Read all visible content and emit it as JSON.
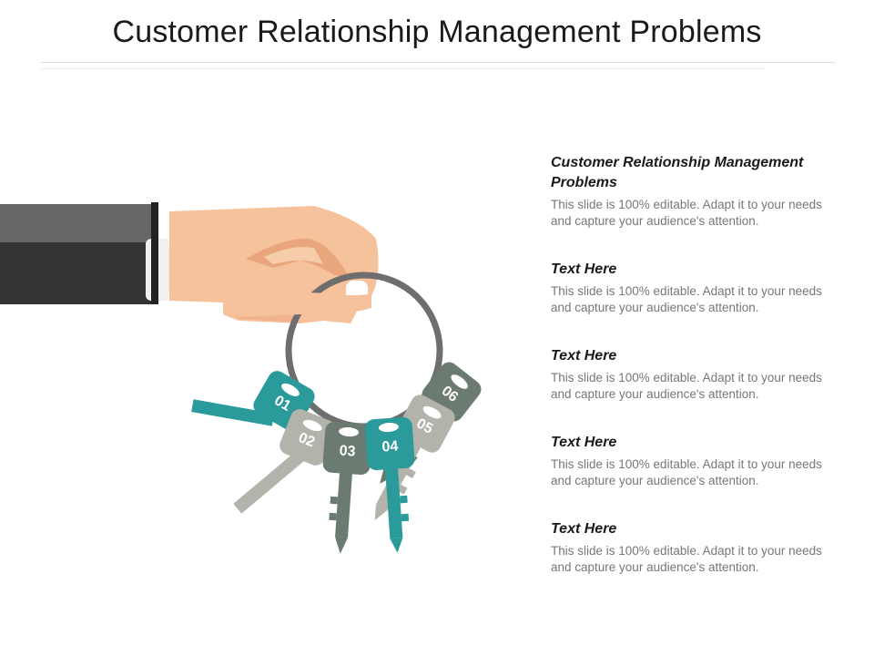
{
  "slide": {
    "title": "Customer Relationship Management Problems"
  },
  "keys": [
    {
      "label": "01",
      "color": "#2a9a9b"
    },
    {
      "label": "02",
      "color": "#b3b3ab"
    },
    {
      "label": "03",
      "color": "#6b7b72"
    },
    {
      "label": "04",
      "color": "#2a9a9b"
    },
    {
      "label": "05",
      "color": "#b3b3ab"
    },
    {
      "label": "06",
      "color": "#6b7b72"
    }
  ],
  "items": [
    {
      "heading": "Customer Relationship Management Problems",
      "body": "This slide is 100% editable. Adapt it to your needs and capture your audience's attention."
    },
    {
      "heading": "Text Here",
      "body": "This slide is 100% editable. Adapt it to your needs and capture your audience's attention."
    },
    {
      "heading": "Text Here",
      "body": "This slide is 100% editable. Adapt it to your needs and capture your audience's attention."
    },
    {
      "heading": "Text Here",
      "body": "This slide is 100% editable. Adapt it to your needs and capture your audience's attention."
    },
    {
      "heading": "Text Here",
      "body": "This slide is 100% editable. Adapt it to your needs and capture your audience's attention."
    }
  ]
}
